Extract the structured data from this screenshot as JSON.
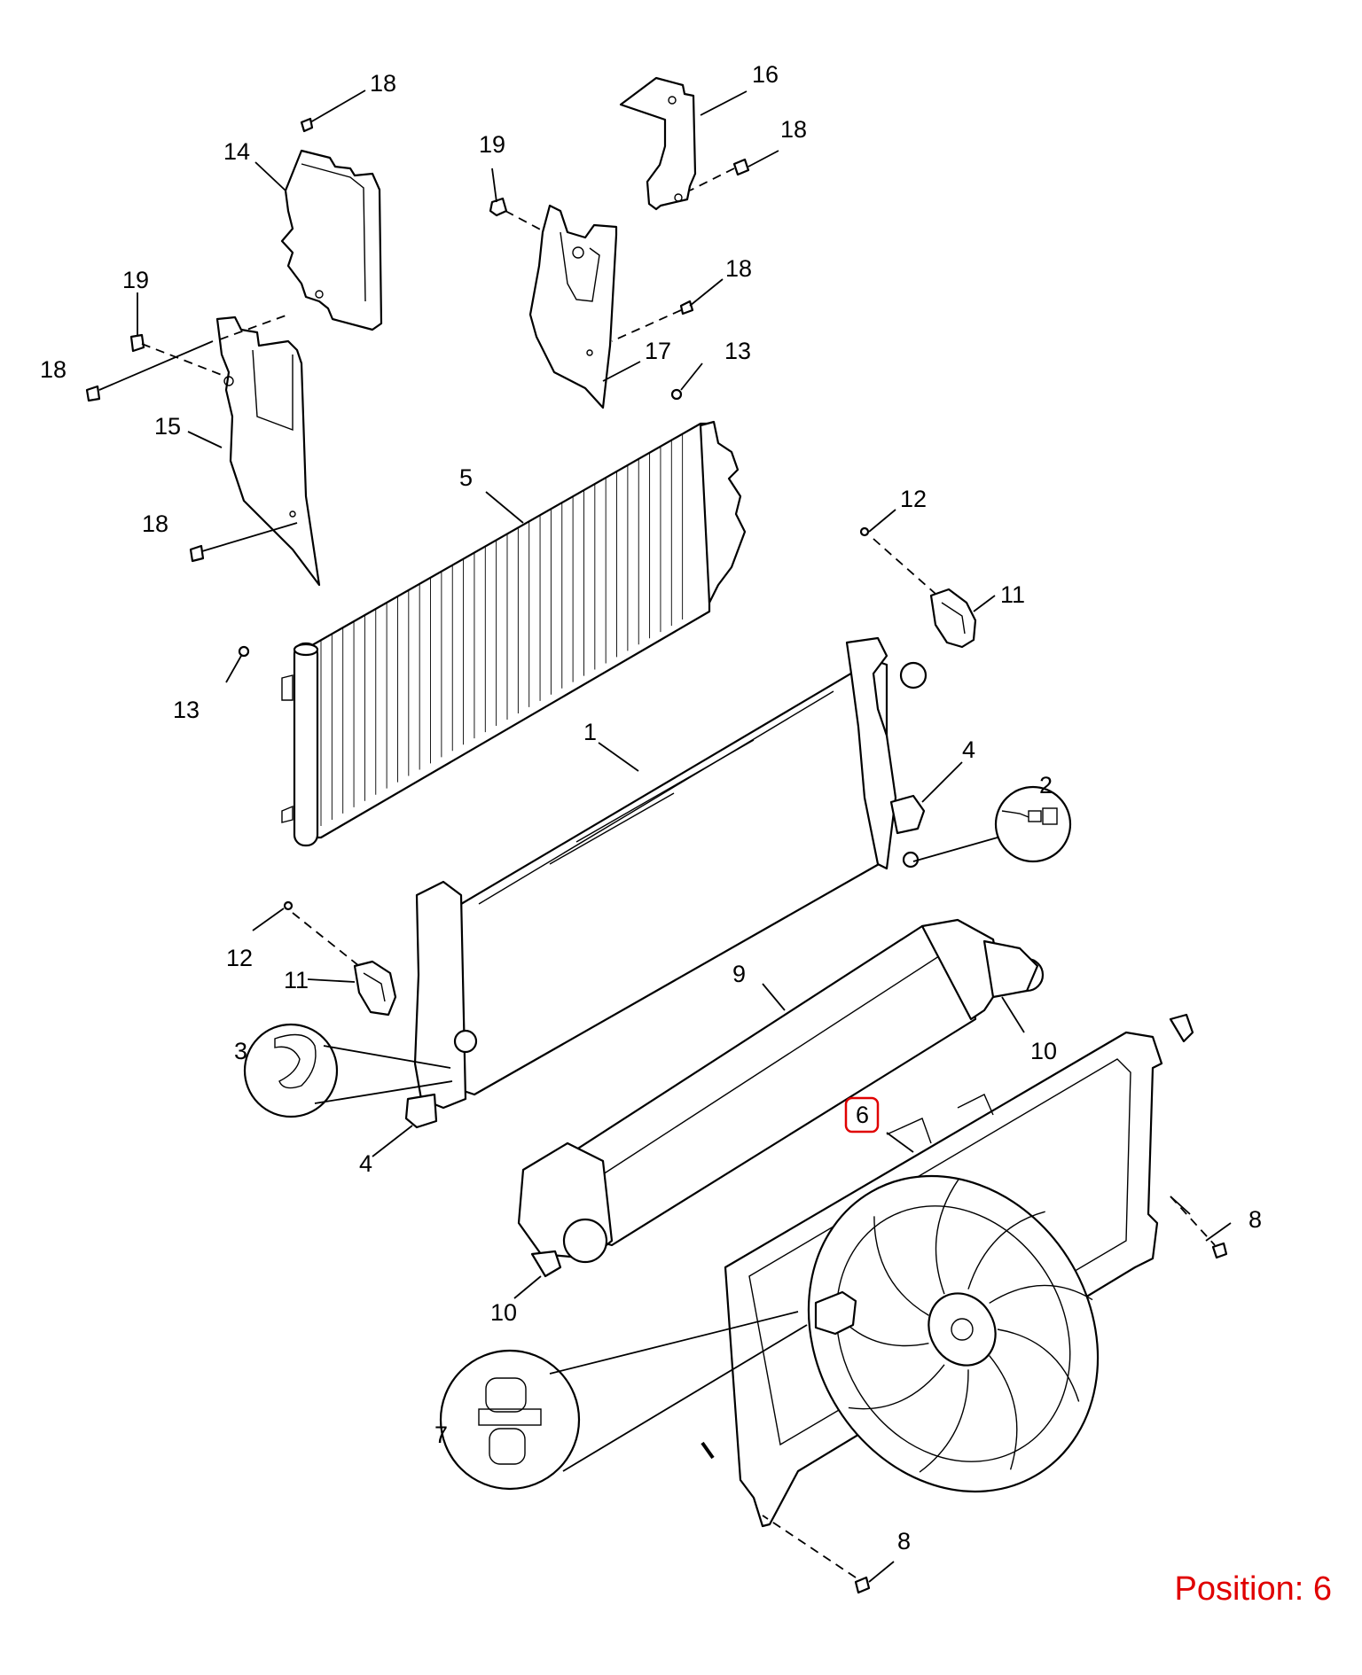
{
  "callouts": [
    {
      "id": "1",
      "text": "1"
    },
    {
      "id": "2",
      "text": "2"
    },
    {
      "id": "3",
      "text": "3"
    },
    {
      "id": "4a",
      "text": "4"
    },
    {
      "id": "4b",
      "text": "4"
    },
    {
      "id": "5",
      "text": "5"
    },
    {
      "id": "6",
      "text": "6"
    },
    {
      "id": "7",
      "text": "7"
    },
    {
      "id": "8a",
      "text": "8"
    },
    {
      "id": "8b",
      "text": "8"
    },
    {
      "id": "9",
      "text": "9"
    },
    {
      "id": "10a",
      "text": "10"
    },
    {
      "id": "10b",
      "text": "10"
    },
    {
      "id": "11a",
      "text": "11"
    },
    {
      "id": "11b",
      "text": "11"
    },
    {
      "id": "12a",
      "text": "12"
    },
    {
      "id": "12b",
      "text": "12"
    },
    {
      "id": "13a",
      "text": "13"
    },
    {
      "id": "13b",
      "text": "13"
    },
    {
      "id": "14",
      "text": "14"
    },
    {
      "id": "15",
      "text": "15"
    },
    {
      "id": "16",
      "text": "16"
    },
    {
      "id": "17",
      "text": "17"
    },
    {
      "id": "18a",
      "text": "18"
    },
    {
      "id": "18b",
      "text": "18"
    },
    {
      "id": "18c",
      "text": "18"
    },
    {
      "id": "18d",
      "text": "18"
    },
    {
      "id": "18e",
      "text": "18"
    },
    {
      "id": "19a",
      "text": "19"
    },
    {
      "id": "19b",
      "text": "19"
    }
  ],
  "highlighted_callout": "6",
  "position_caption": "Position: 6",
  "colors": {
    "line": "#000000",
    "background": "#ffffff",
    "highlight": "#e00000"
  }
}
